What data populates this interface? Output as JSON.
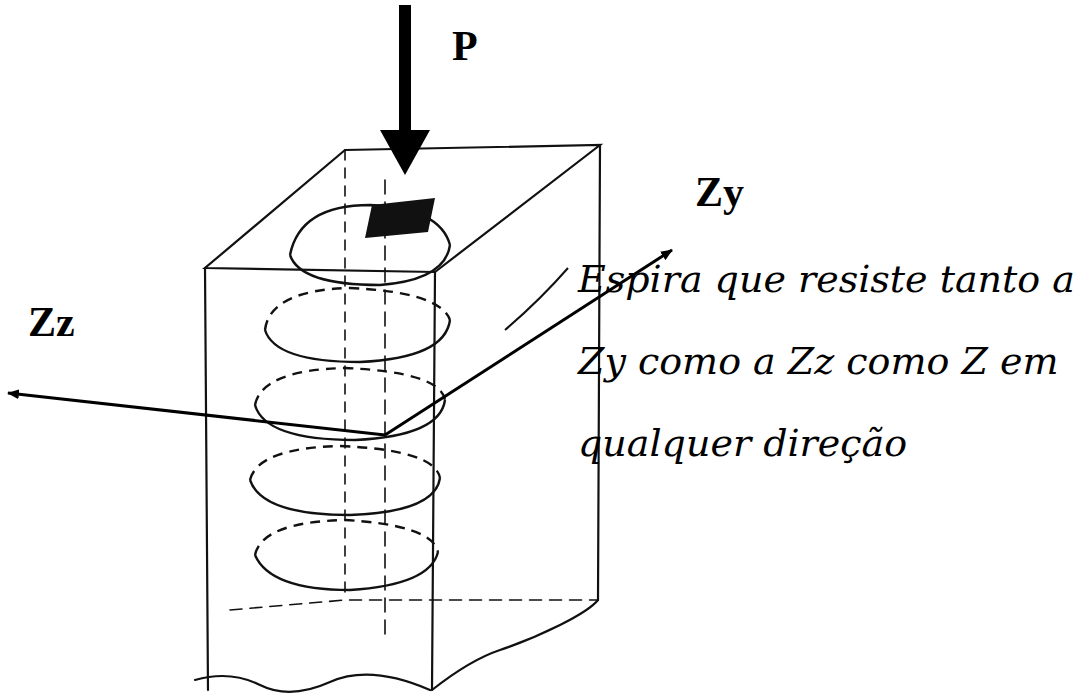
{
  "diagram": {
    "labels": [
      "P",
      "Zy",
      "Zz",
      "Espira que resiste tanto a Zy como a Zz como Z em qualquer direção"
    ]
  }
}
